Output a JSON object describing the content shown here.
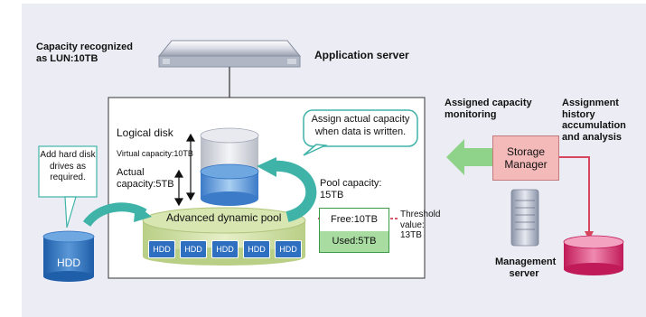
{
  "capacity_label": "Capacity recognized\nas LUN:10TB",
  "application_server": "Application server",
  "assigned_capacity_monitoring": "Assigned capacity\nmonitoring",
  "assignment_history": "Assignment\nhistory\naccumulation\nand analysis",
  "logical_disk": "Logical disk",
  "virtual_capacity": "Virtual capacity:10TB",
  "actual_capacity": "Actual\ncapacity:5TB",
  "assign_callout": "Assign actual capacity\nwhen data is written.",
  "add_hdd_callout": "Add hard disk\ndrives as\nrequired.",
  "pool_capacity": "Pool capacity:\n15TB",
  "threshold": "Threshold\nvalue:\n13TB",
  "advanced_pool": "Advanced dynamic pool",
  "free": "Free:10TB",
  "used": "Used:5TB",
  "storage_manager": "Storage\nManager",
  "management_server": "Management\nserver",
  "hdd_chip_label": "HDD",
  "hdd_single_label": "HDD",
  "colors": {
    "background": "#ececf4",
    "hdd_blue": "#2f6fc0",
    "teal_arrow": "#3fb3a8",
    "green_arrow": "#8fd38a",
    "pink_arrow": "#d8455e",
    "pool_green": "#c9dc9e",
    "storage_manager_box": "#f4b9b9",
    "threshold_line": "#c0243c"
  }
}
